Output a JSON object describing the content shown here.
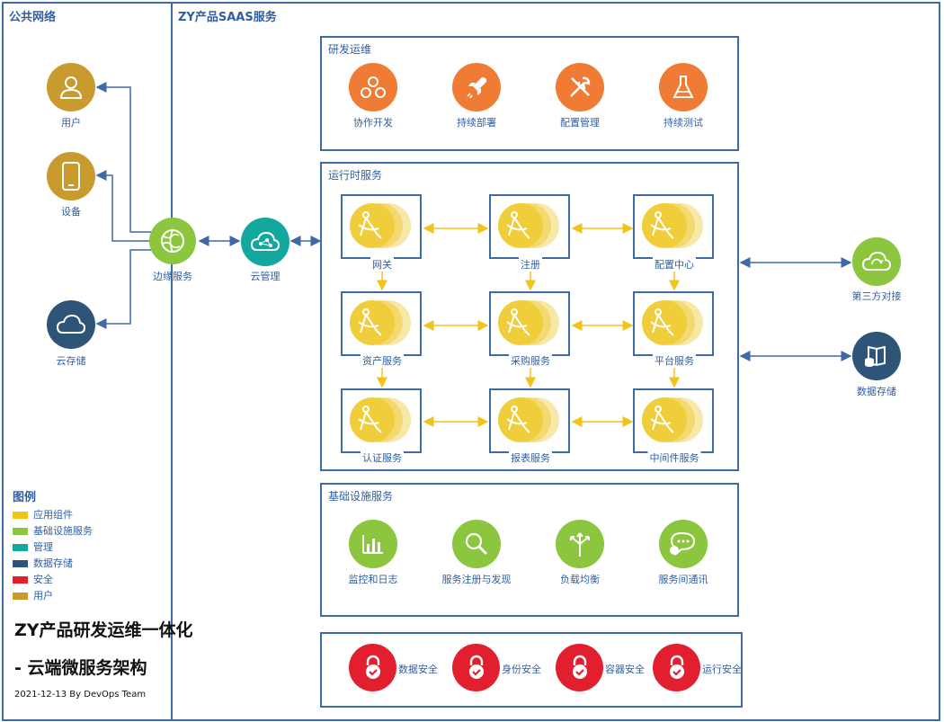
{
  "zones": {
    "public_title": "公共网络",
    "saas_title": "ZY产品SAAS服务"
  },
  "public": {
    "user_label": "用户",
    "device_label": "设备",
    "cloud_storage_label": "云存储",
    "edge_label": "边缘服务",
    "cloud_mgmt_label": "云管理"
  },
  "devops": {
    "title": "研发运维",
    "items": [
      {
        "label": "协作开发",
        "icon": "team-icon"
      },
      {
        "label": "持续部署",
        "icon": "rocket-icon"
      },
      {
        "label": "配置管理",
        "icon": "tools-icon"
      },
      {
        "label": "持续测试",
        "icon": "flask-icon"
      }
    ]
  },
  "runtime": {
    "title": "运行时服务",
    "services": [
      {
        "label": "网关"
      },
      {
        "label": "注册"
      },
      {
        "label": "配置中心"
      },
      {
        "label": "资产服务"
      },
      {
        "label": "采购服务"
      },
      {
        "label": "平台服务"
      },
      {
        "label": "认证服务"
      },
      {
        "label": "报表服务"
      },
      {
        "label": "中间件服务"
      }
    ]
  },
  "external": {
    "third_party_label": "第三方对接",
    "data_storage_label": "数据存储"
  },
  "infra": {
    "title": "基础设施服务",
    "items": [
      {
        "label": "监控和日志",
        "icon": "monitor-chart-icon"
      },
      {
        "label": "服务注册与发现",
        "icon": "magnifier-icon"
      },
      {
        "label": "负载均衡",
        "icon": "load-balance-icon"
      },
      {
        "label": "服务间通讯",
        "icon": "chat-icon"
      }
    ]
  },
  "security": {
    "items": [
      {
        "label": "数据安全"
      },
      {
        "label": "身份安全"
      },
      {
        "label": "容器安全"
      },
      {
        "label": "运行安全"
      }
    ]
  },
  "legend": {
    "title": "图例",
    "items": [
      {
        "label": "应用组件",
        "color": "#f0c419"
      },
      {
        "label": "基础设施服务",
        "color": "#8cc63f"
      },
      {
        "label": "管理",
        "color": "#13a89e"
      },
      {
        "label": "数据存储",
        "color": "#2e5577"
      },
      {
        "label": "安全",
        "color": "#e21f2f"
      },
      {
        "label": "用户",
        "color": "#c99a2e"
      }
    ]
  },
  "caption": {
    "line1": "ZY产品研发运维一体化",
    "line2": "- 云端微服务架构",
    "date": "2021-12-13 By DevOps Team"
  },
  "colors": {
    "border": "#3f6aa8",
    "orange": "#f07b34",
    "green": "#8cc63f",
    "teal": "#13a89e",
    "navy": "#2e5577",
    "gold": "#c99a2e",
    "red": "#e21f2f",
    "yellow": "#f0c419"
  }
}
